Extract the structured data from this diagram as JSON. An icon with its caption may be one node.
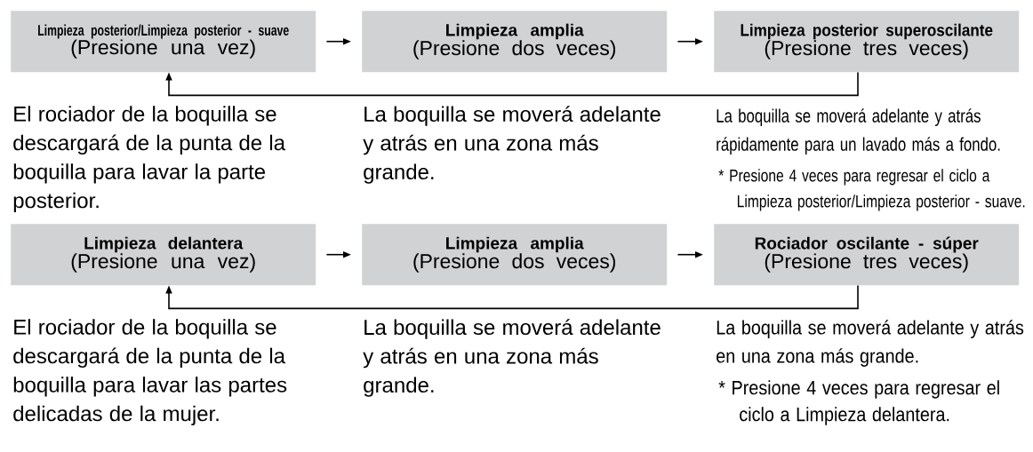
{
  "diagram": {
    "nodes": [
      {
        "text": [
          "Limpieza posterior/Limpieza posterior - suave",
          "(Presione una vez)"
        ]
      },
      {
        "text": [
          "Limpieza amplia",
          "(Presione dos veces)"
        ]
      },
      {
        "text": [
          "Limpieza posterior superoscilante",
          "(Presione tres veces)"
        ]
      },
      {
        "text": [
          "Limpieza delantera",
          "(Presione una vez)"
        ]
      },
      {
        "text": [
          "Limpieza amplia",
          "(Presione dos veces)"
        ]
      },
      {
        "text": [
          "Rociador oscilante - súper",
          "(Presione tres veces)"
        ]
      }
    ],
    "edges": [
      {
        "from": 0,
        "to": 1,
        "arrow": "to"
      },
      {
        "from": 1,
        "to": 2,
        "arrow": "to"
      },
      {
        "from": 2,
        "to": 0,
        "arrow": "to"
      },
      {
        "from": 3,
        "to": 4,
        "arrow": "to"
      },
      {
        "from": 4,
        "to": 5,
        "arrow": "to"
      },
      {
        "from": 5,
        "to": 3,
        "arrow": "to"
      }
    ],
    "labels": [
      "El rociador de la boquilla se descargará de la punta de la boquilla para lavar la parte posterior.",
      "La boquilla se moverá adelante y atrás en una zona más grande.",
      "La boquilla se moverá adelante y atrás rápidamente para un lavado más a fondo.",
      "* Presione 4 veces para regresar el ciclo a Limpieza posterior/Limpieza posterior - suave.",
      "El rociador de la boquilla se descargará de la punta de la boquilla para lavar las partes delicadas de la mujer.",
      "La boquilla se moverá adelante y atrás en una zona más grande.",
      "La boquilla se moverá adelante y atrás en una zona más grande.",
      "* Presione 4 veces para regresar el ciclo a Limpieza delantera."
    ]
  }
}
